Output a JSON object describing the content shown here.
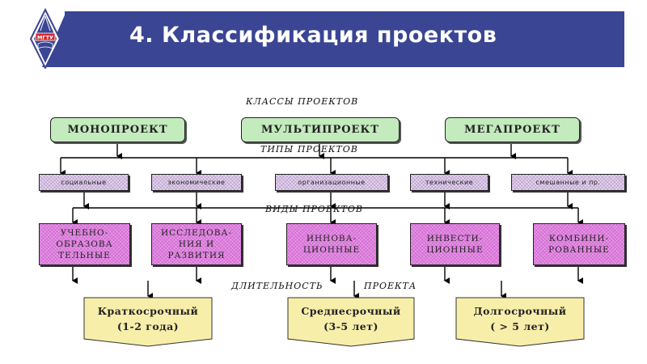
{
  "header": {
    "title": "4. Классификация проектов",
    "logo_text": "МГТУ",
    "banner_color": "#3a4594"
  },
  "diagram": {
    "labels": {
      "classes": "КЛАССЫ ПРОЕКТОВ",
      "types": "ТИПЫ ПРОЕКТОВ",
      "kinds": "ВИДЫ ПРОЕКТОВ",
      "duration_left": "ДЛИТЕЛЬНОСТЬ",
      "duration_right": "ПРОЕКТА"
    },
    "classes": [
      {
        "label": "МОНОПРОЕКТ"
      },
      {
        "label": "МУЛЬТИПРОЕКТ"
      },
      {
        "label": "МЕГАПРОЕКТ"
      }
    ],
    "types": [
      {
        "label": "социальные"
      },
      {
        "label": "экономические"
      },
      {
        "label": "организационные"
      },
      {
        "label": "технические"
      },
      {
        "label": "смешанные и пр."
      }
    ],
    "kinds": [
      {
        "label": "УЧЕБНО-\nОБРАЗОВА\nТЕЛЬНЫЕ"
      },
      {
        "label": "ИССЛЕДОВА-\nНИЯ И\nРАЗВИТИЯ"
      },
      {
        "label": "ИННОВА-\nЦИОННЫЕ"
      },
      {
        "label": "ИНВЕСТИ-\nЦИОННЫЕ"
      },
      {
        "label": "КОМБИНИ-\nРОВАННЫЕ"
      }
    ],
    "durations": [
      {
        "name": "Краткосрочный",
        "period": "(1-2 года)"
      },
      {
        "name": "Среднесрочный",
        "period": "(3-5 лет)"
      },
      {
        "name": "Долгосрочный",
        "period": "( > 5 лет)"
      }
    ],
    "colors": {
      "class_fill": "#c3ebbd",
      "type_fill": "#e6d7ee",
      "kind_fill": "#d56ad5",
      "duration_fill": "#f7eeaa"
    }
  }
}
